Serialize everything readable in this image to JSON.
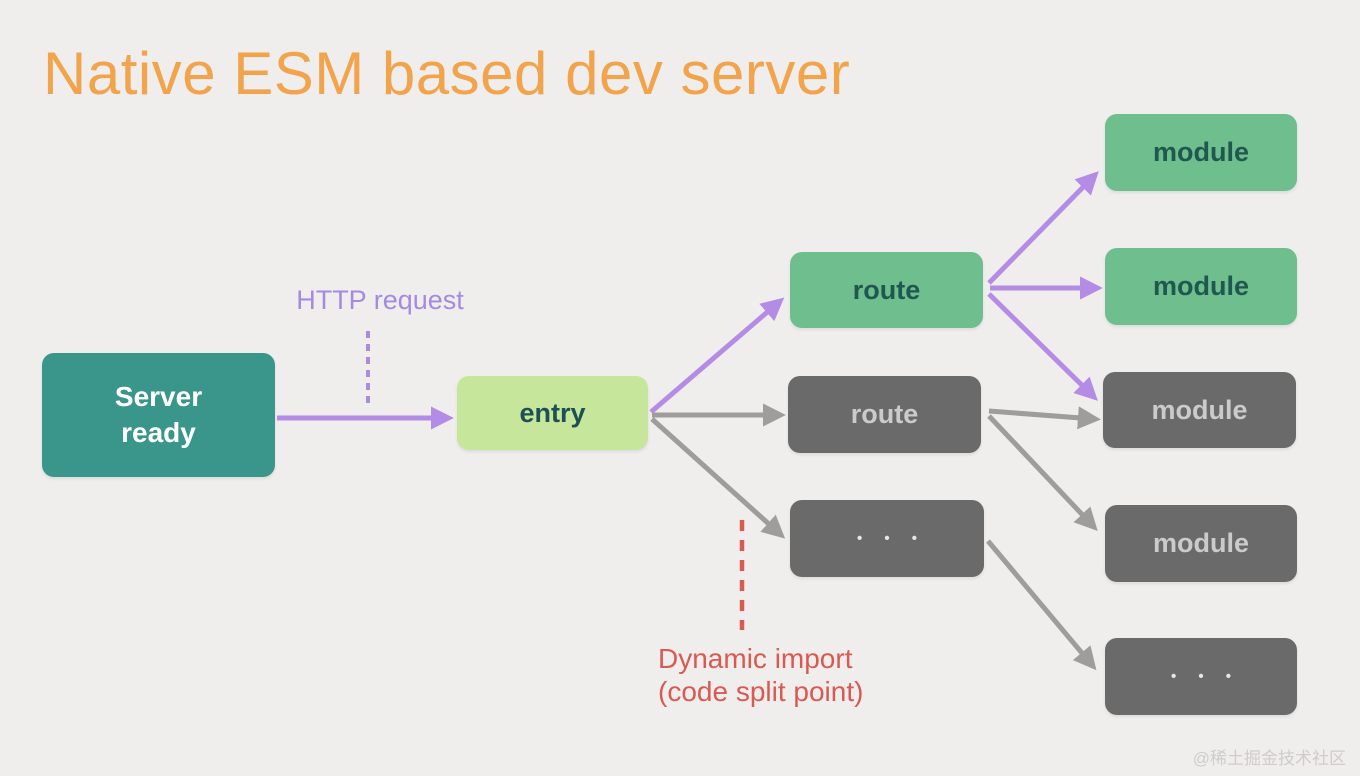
{
  "title": "Native ESM based dev server",
  "watermark": "@稀土掘金技术社区",
  "annotations": {
    "http_request": "HTTP request",
    "dynamic_import": "Dynamic import\n(code split point)"
  },
  "nodes": {
    "server_ready": {
      "label": "Server\nready",
      "variant": "teal"
    },
    "entry": {
      "label": "entry",
      "variant": "light-green"
    },
    "route_top": {
      "label": "route",
      "variant": "green"
    },
    "route_mid": {
      "label": "route",
      "variant": "gray"
    },
    "more_routes": {
      "label": "• • •",
      "variant": "gray"
    },
    "module_1": {
      "label": "module",
      "variant": "green"
    },
    "module_2": {
      "label": "module",
      "variant": "green"
    },
    "module_3": {
      "label": "module",
      "variant": "gray"
    },
    "module_4": {
      "label": "module",
      "variant": "gray"
    },
    "more_modules": {
      "label": "• • •",
      "variant": "gray"
    }
  },
  "edges": [
    {
      "from": "server_ready",
      "to": "entry",
      "color": "purple",
      "style": "solid"
    },
    {
      "from": "entry",
      "to": "route_top",
      "color": "purple",
      "style": "solid"
    },
    {
      "from": "entry",
      "to": "route_mid",
      "color": "gray",
      "style": "solid"
    },
    {
      "from": "entry",
      "to": "more_routes",
      "color": "gray",
      "style": "solid"
    },
    {
      "from": "route_top",
      "to": "module_1",
      "color": "purple",
      "style": "solid"
    },
    {
      "from": "route_top",
      "to": "module_2",
      "color": "purple",
      "style": "solid"
    },
    {
      "from": "route_top",
      "to": "module_3",
      "color": "purple",
      "style": "solid"
    },
    {
      "from": "route_mid",
      "to": "module_3",
      "color": "gray",
      "style": "solid"
    },
    {
      "from": "route_mid",
      "to": "module_4",
      "color": "gray",
      "style": "solid"
    },
    {
      "from": "more_routes",
      "to": "more_modules",
      "color": "gray",
      "style": "solid"
    }
  ],
  "colors": {
    "background": "#efeeed",
    "title": "#f2a44d",
    "teal_box": "#3a968a",
    "light_green_box": "#c6e69c",
    "green_box": "#6fbe8e",
    "gray_box": "#6a6a6a",
    "gray_box_text": "#cbcbcb",
    "dark_box_text": "#20574e",
    "purple_arrow": "#b58ce5",
    "gray_arrow": "#9d9d9d",
    "http_request_label": "#a68ae2",
    "dynamic_import_label": "#d85a52",
    "watermark": "#cfcccb"
  }
}
